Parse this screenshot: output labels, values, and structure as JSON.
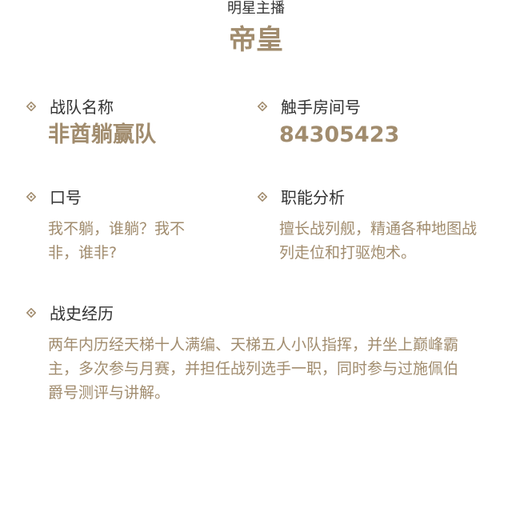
{
  "header": {
    "subtitle": "明星主播",
    "title": "帝皇"
  },
  "team": {
    "label": "战队名称",
    "value": "非酋躺赢队"
  },
  "room": {
    "label": "触手房间号",
    "value": "84305423"
  },
  "slogan": {
    "label": "口号",
    "lines": [
      "我不躺，谁躺？我不",
      "非，谁非?"
    ]
  },
  "role": {
    "label": "职能分析",
    "lines": [
      "擅长战列舰，精通各种地图战",
      "列走位和打驱炮术。"
    ]
  },
  "history": {
    "label": "战史经历",
    "lines": [
      "两年内历经天梯十人满编、天梯五人小队指挥，并坐上巅峰霸",
      "主，多次参与月赛，并担任战列选手一职，同时参与过施佩伯",
      "爵号测评与讲解。"
    ]
  },
  "colors": {
    "accent": "#a18c6e",
    "text": "#333333",
    "background": "#ffffff"
  },
  "icons": {
    "section_marker": "diamond-icon"
  }
}
